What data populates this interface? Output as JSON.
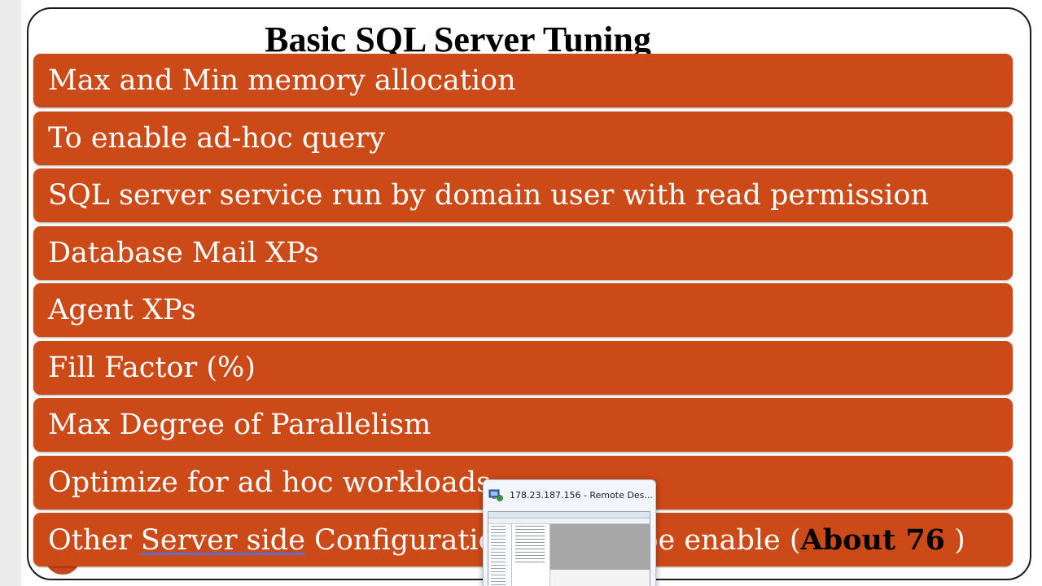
{
  "slide": {
    "title": "Basic SQL Server Tuning",
    "items": [
      "Max and Min memory allocation",
      "To enable ad-hoc query",
      "SQL server service run by domain user with read permission",
      "Database Mail XPs",
      "Agent XPs",
      "Fill Factor (%)",
      "Max Degree of Parallelism",
      "Optimize for ad hoc workloads"
    ],
    "last_item": {
      "prefix": "Other ",
      "link": "Server side",
      "middle": " Configuration need to be enable (",
      "bold": "About 76",
      "suffix": " )"
    },
    "colors": {
      "row_fill": "#cc4a17",
      "row_text": "#ffffff"
    }
  },
  "taskbar_popup": {
    "title": "178.23.187.156 - Remote Des...",
    "icon": "remote-desktop-icon"
  }
}
